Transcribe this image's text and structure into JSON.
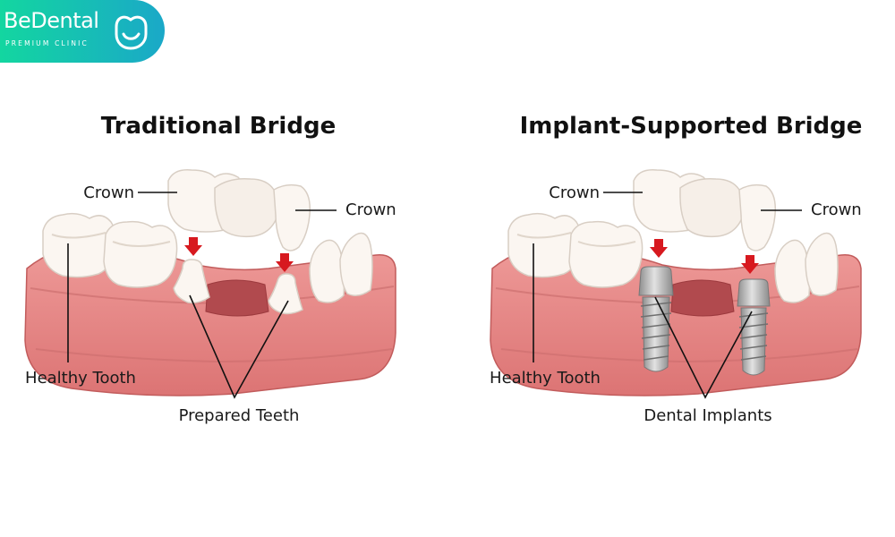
{
  "brand": {
    "name": "BeDental",
    "tagline": "PREMIUM CLINIC",
    "gradient_start": "#13d6a0",
    "gradient_end": "#1aa8c8"
  },
  "left_panel": {
    "title": "Traditional Bridge",
    "labels": {
      "crown_left": "Crown",
      "crown_right": "Crown",
      "healthy_tooth": "Healthy Tooth",
      "support": "Prepared Teeth"
    }
  },
  "right_panel": {
    "title": "Implant-Supported Bridge",
    "labels": {
      "crown_left": "Crown",
      "crown_right": "Crown",
      "healthy_tooth": "Healthy Tooth",
      "support": "Dental Implants"
    }
  },
  "colors": {
    "gum": "#e27d7c",
    "gum_dark": "#c75d5e",
    "tooth": "#fbf6f1",
    "tooth_shade": "#e6ddd3",
    "arrow": "#d7191f",
    "implant": "#b9b9b9"
  }
}
